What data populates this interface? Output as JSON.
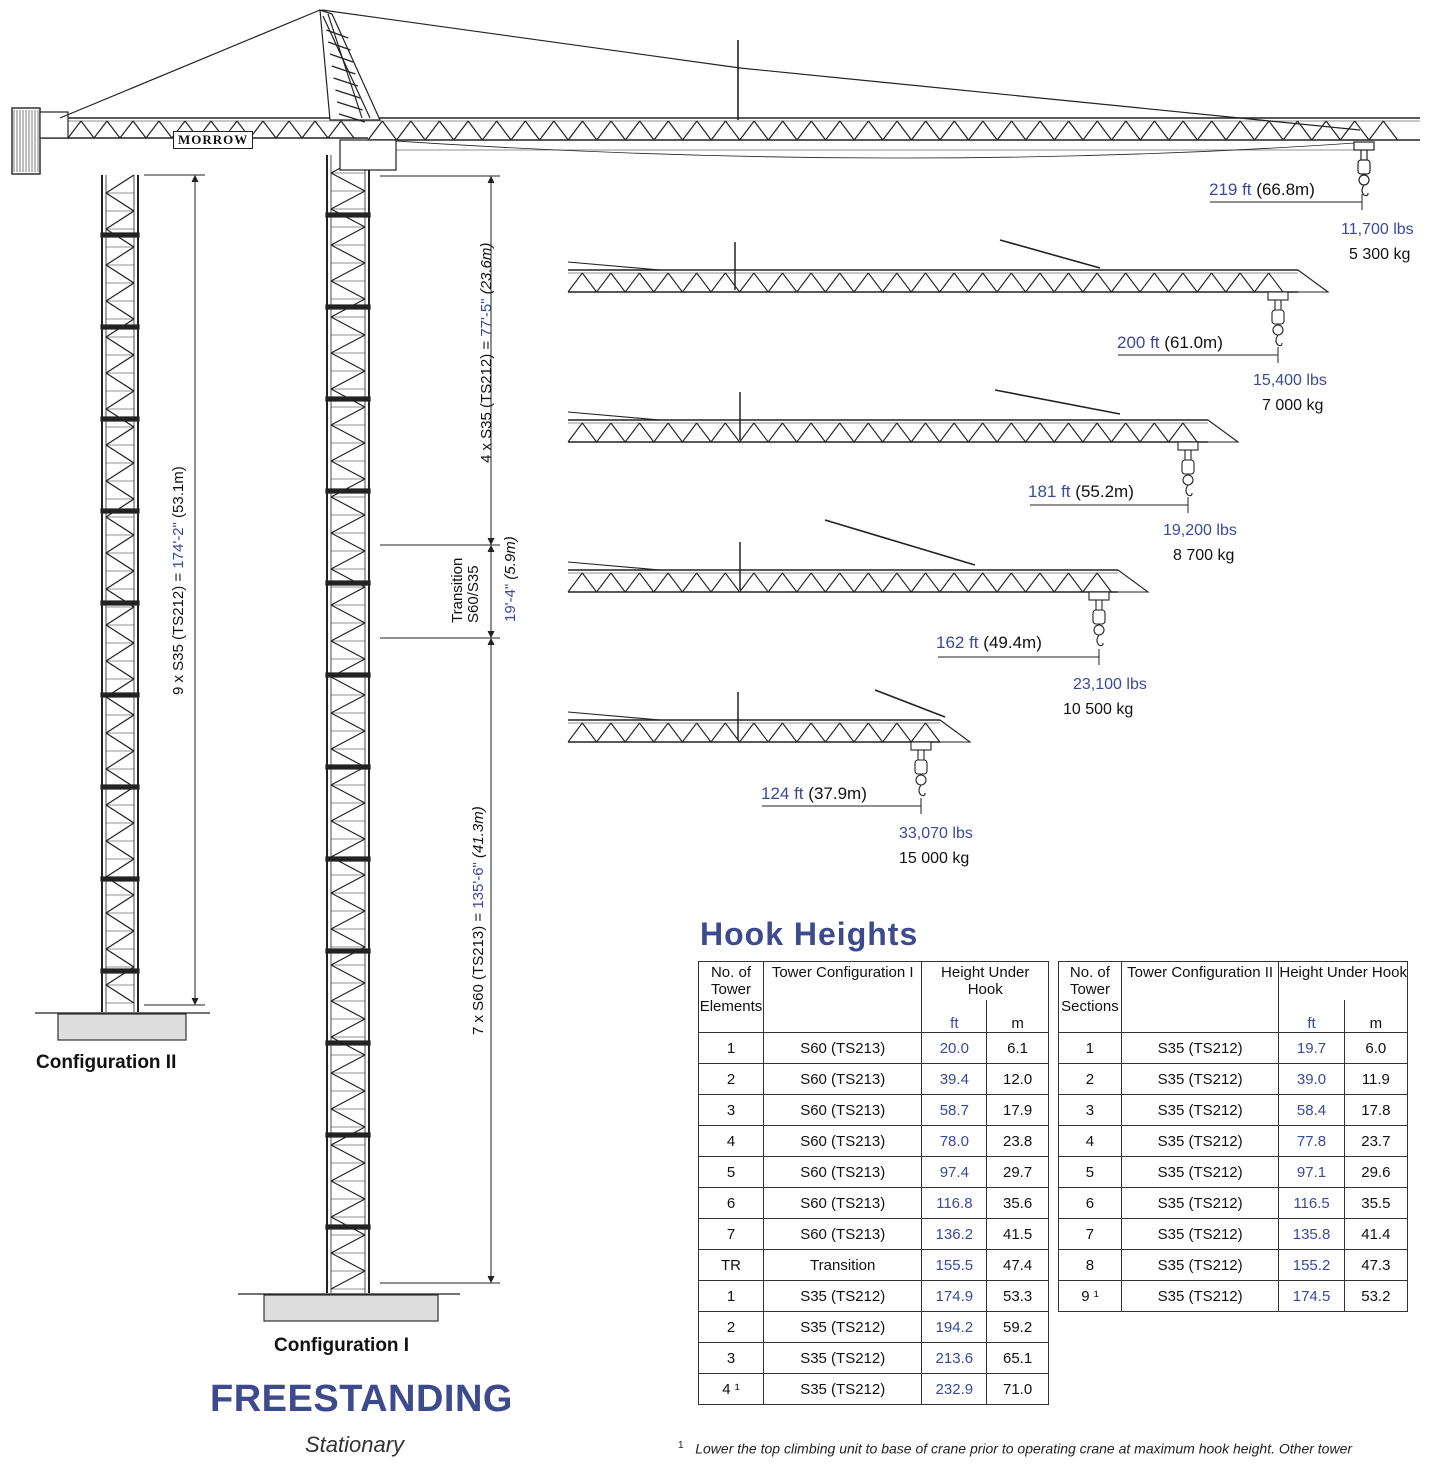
{
  "brand": "MORROW",
  "jibs": [
    {
      "radius_ft": "219 ft",
      "radius_m": "(66.8m)",
      "load_lbs": "11,700 lbs",
      "load_kg": "5 300 kg"
    },
    {
      "radius_ft": "200 ft",
      "radius_m": "(61.0m)",
      "load_lbs": "15,400 lbs",
      "load_kg": "7 000 kg"
    },
    {
      "radius_ft": "181 ft",
      "radius_m": "(55.2m)",
      "load_lbs": "19,200 lbs",
      "load_kg": "8 700 kg"
    },
    {
      "radius_ft": "162 ft",
      "radius_m": "(49.4m)",
      "load_lbs": "23,100 lbs",
      "load_kg": "10 500 kg"
    },
    {
      "radius_ft": "124 ft",
      "radius_m": "(37.9m)",
      "load_lbs": "33,070 lbs",
      "load_kg": "15 000 kg"
    }
  ],
  "dims": {
    "config2_pre": "9 x S35 (TS212) = ",
    "config2_ft": "174'-2\"",
    "config2_m": " (53.1m)",
    "upper_pre": "4 x S35 (TS212) = ",
    "upper_ft": "77'-5\"",
    "upper_m": " (23.6m)",
    "trans_label1": "Transition",
    "trans_label2": "S60/S35",
    "trans_ft": "19'-4\"",
    "trans_m": " (5.9m)",
    "lower_pre": "7 x S60 (TS213) = ",
    "lower_ft": "135'-6\"",
    "lower_m": " (41.3m)"
  },
  "labels": {
    "config2": "Configuration II",
    "config1": "Configuration I",
    "freestanding": "FREESTANDING",
    "stationary": "Stationary",
    "hook_heights": "Hook Heights"
  },
  "table1": {
    "h_count": "No. of Tower Elements",
    "h_config": "Tower Configuration I",
    "h_height": "Height Under Hook",
    "h_ft": "ft",
    "h_m": "m",
    "rows": [
      [
        "1",
        "S60 (TS213)",
        "20.0",
        "6.1"
      ],
      [
        "2",
        "S60 (TS213)",
        "39.4",
        "12.0"
      ],
      [
        "3",
        "S60 (TS213)",
        "58.7",
        "17.9"
      ],
      [
        "4",
        "S60 (TS213)",
        "78.0",
        "23.8"
      ],
      [
        "5",
        "S60 (TS213)",
        "97.4",
        "29.7"
      ],
      [
        "6",
        "S60 (TS213)",
        "116.8",
        "35.6"
      ],
      [
        "7",
        "S60 (TS213)",
        "136.2",
        "41.5"
      ],
      [
        "TR",
        "Transition",
        "155.5",
        "47.4"
      ],
      [
        "1",
        "S35 (TS212)",
        "174.9",
        "53.3"
      ],
      [
        "2",
        "S35 (TS212)",
        "194.2",
        "59.2"
      ],
      [
        "3",
        "S35 (TS212)",
        "213.6",
        "65.1"
      ],
      [
        "4 ¹",
        "S35 (TS212)",
        "232.9",
        "71.0"
      ]
    ]
  },
  "table2": {
    "h_count": "No. of Tower Sections",
    "h_config": "Tower Configuration II",
    "h_height": "Height Under Hook",
    "h_ft": "ft",
    "h_m": "m",
    "rows": [
      [
        "1",
        "S35 (TS212)",
        "19.7",
        "6.0"
      ],
      [
        "2",
        "S35 (TS212)",
        "39.0",
        "11.9"
      ],
      [
        "3",
        "S35 (TS212)",
        "58.4",
        "17.8"
      ],
      [
        "4",
        "S35 (TS212)",
        "77.8",
        "23.7"
      ],
      [
        "5",
        "S35 (TS212)",
        "97.1",
        "29.6"
      ],
      [
        "6",
        "S35 (TS212)",
        "116.5",
        "35.5"
      ],
      [
        "7",
        "S35 (TS212)",
        "135.8",
        "41.4"
      ],
      [
        "8",
        "S35 (TS212)",
        "155.2",
        "47.3"
      ],
      [
        "9 ¹",
        "S35 (TS212)",
        "174.5",
        "53.2"
      ]
    ]
  },
  "footnote": {
    "mark": "1",
    "text": "Lower the top climbing unit to base of crane prior to operating crane at maximum hook height.  Other tower"
  }
}
